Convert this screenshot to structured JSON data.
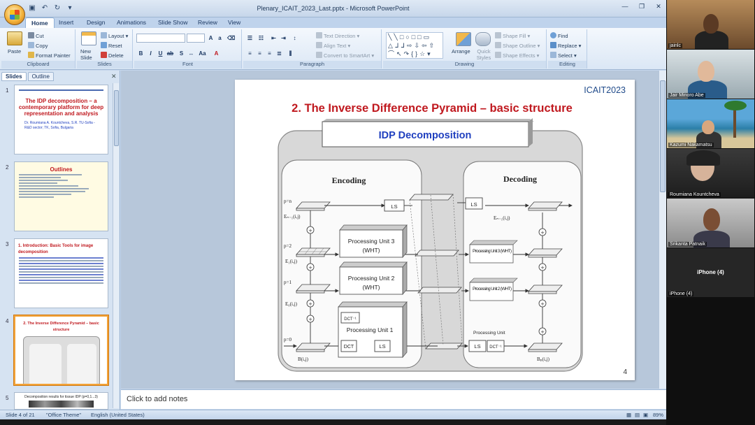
{
  "window": {
    "title": "Plenary_ICAIT_2023_Last.pptx - Microsoft PowerPoint"
  },
  "tabs": [
    "Home",
    "Insert",
    "Design",
    "Animations",
    "Slide Show",
    "Review",
    "View"
  ],
  "ribbon": {
    "clipboard": {
      "name": "Clipboard",
      "paste": "Paste",
      "cut": "Cut",
      "copy": "Copy",
      "format_painter": "Format Painter"
    },
    "slides": {
      "name": "Slides",
      "new_slide": "New Slide",
      "layout": "Layout",
      "reset": "Reset",
      "delete": "Delete"
    },
    "font": {
      "name": "Font"
    },
    "paragraph": {
      "name": "Paragraph",
      "text_direction": "Text Direction",
      "align_text": "Align Text",
      "convert": "Convert to SmartArt"
    },
    "drawing": {
      "name": "Drawing",
      "arrange": "Arrange",
      "quick_styles": "Quick Styles",
      "shape_fill": "Shape Fill",
      "shape_outline": "Shape Outline",
      "shape_effects": "Shape Effects"
    },
    "editing": {
      "name": "Editing",
      "find": "Find",
      "replace": "Replace",
      "select": "Select"
    }
  },
  "panel": {
    "tab_slides": "Slides",
    "tab_outline": "Outline"
  },
  "thumbnails": [
    {
      "num": "1",
      "title": "The IDP decomposition – a contemporary platform for deep representation and analysis",
      "sub": "Dr. Roumiana A. Kountcheva, S.R. TU-Sofia - R&D sector; TK, Sofia, Bulgaria"
    },
    {
      "num": "2",
      "title": "Outlines"
    },
    {
      "num": "3",
      "title": "1. Introduction: Basic Tools for image decomposition"
    },
    {
      "num": "4",
      "title": "2. The Inverse Difference Pyramid – basic structure"
    },
    {
      "num": "5",
      "title": "Decomposition results for tissue IDP (p=0,1...3)"
    }
  ],
  "slide": {
    "tag": "ICAIT2023",
    "title": "2. The Inverse Difference Pyramid – basic  structure",
    "number": "4",
    "diagram": {
      "header": "IDP Decomposition",
      "encoding": "Encoding",
      "decoding": "Decoding",
      "pu3": "Processing Unit 3",
      "pu2": "Processing Unit 2",
      "pu1": "Processing Unit 1",
      "wht": "(WHT)",
      "dct": "DCT",
      "dct_inv": "DCT⁻¹",
      "ls": "LS",
      "p_n": "p=n",
      "p_2": "p=2",
      "p_1": "p=1",
      "p_0": "p=0",
      "e_n1": "Eₙ₋₁(i,j)",
      "e_1": "E₁(i,j)",
      "e_0": "E₀(i,j)",
      "b_ij": "B(i,j)",
      "d_pu3": "Processing Unit 3 (WHT)",
      "d_pu2": "Processing Unit 2 (WHT)",
      "d_pu": "Processing Unit",
      "b_p": "Bₚ(i,j)"
    }
  },
  "notes": {
    "placeholder": "Click to add notes"
  },
  "status": {
    "slide": "Slide 4 of 21",
    "theme": "\"Office Theme\"",
    "lang": "English (United States)",
    "zoom": "89%"
  },
  "participants": [
    {
      "name": "jainlc"
    },
    {
      "name": "Jair Minoro Abe"
    },
    {
      "name": "Kazumi Nakamatsu"
    },
    {
      "name": "Roumiana Kountcheva"
    },
    {
      "name": "Srikanta Patnaik"
    },
    {
      "name": "iPhone (4)",
      "label": "iPhone (4)"
    }
  ],
  "colors": {
    "accent": "#c0191f",
    "diagram_title": "#1f3fbf",
    "ribbon": "#dbe7f5"
  }
}
